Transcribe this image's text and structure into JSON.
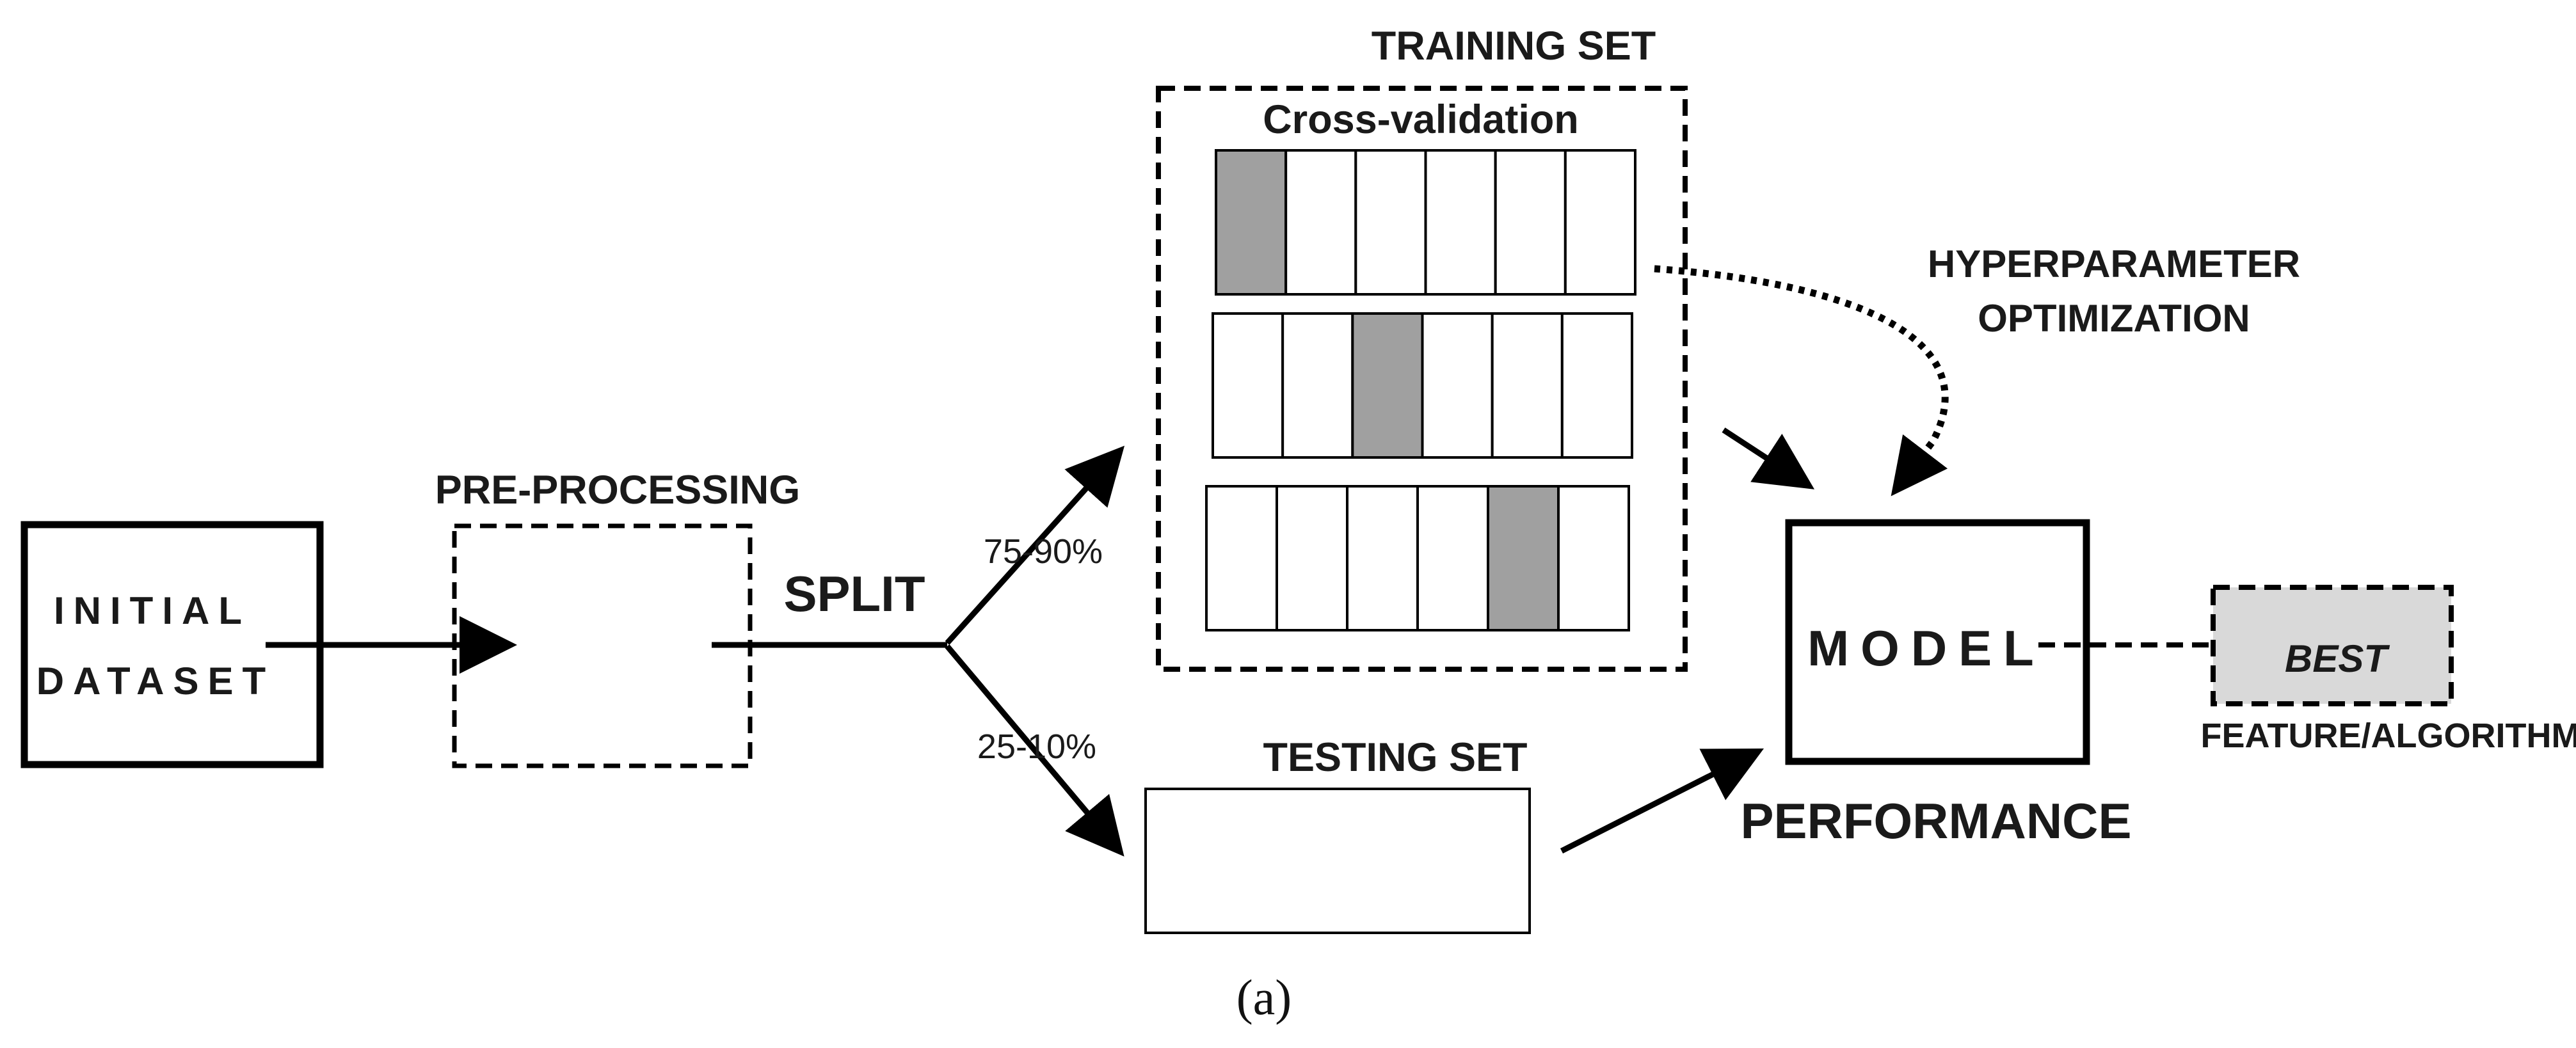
{
  "initial_dataset": {
    "line1": "INITIAL",
    "line2": "DATASET"
  },
  "preprocessing": {
    "label": "PRE-PROCESSING"
  },
  "split": {
    "label": "SPLIT",
    "train_pct": "75-90%",
    "test_pct": "25-10%"
  },
  "training_set": {
    "title": "TRAINING SET",
    "cv_label": "Cross-validation",
    "folds_per_row": 6,
    "highlighted_fold_index": [
      0,
      2,
      4
    ],
    "highlight_color": "#a0a0a0"
  },
  "testing_set": {
    "title": "TESTING SET"
  },
  "hyperparameter": {
    "line1": "HYPERPARAMETER",
    "line2": "OPTIMIZATION"
  },
  "model": {
    "label": "MODEL",
    "performance": "PERFORMANCE"
  },
  "best": {
    "label": "BEST",
    "caption": "FEATURE/ALGORITHM",
    "fill": "#d9d9d9"
  },
  "figure_caption": "(a)"
}
